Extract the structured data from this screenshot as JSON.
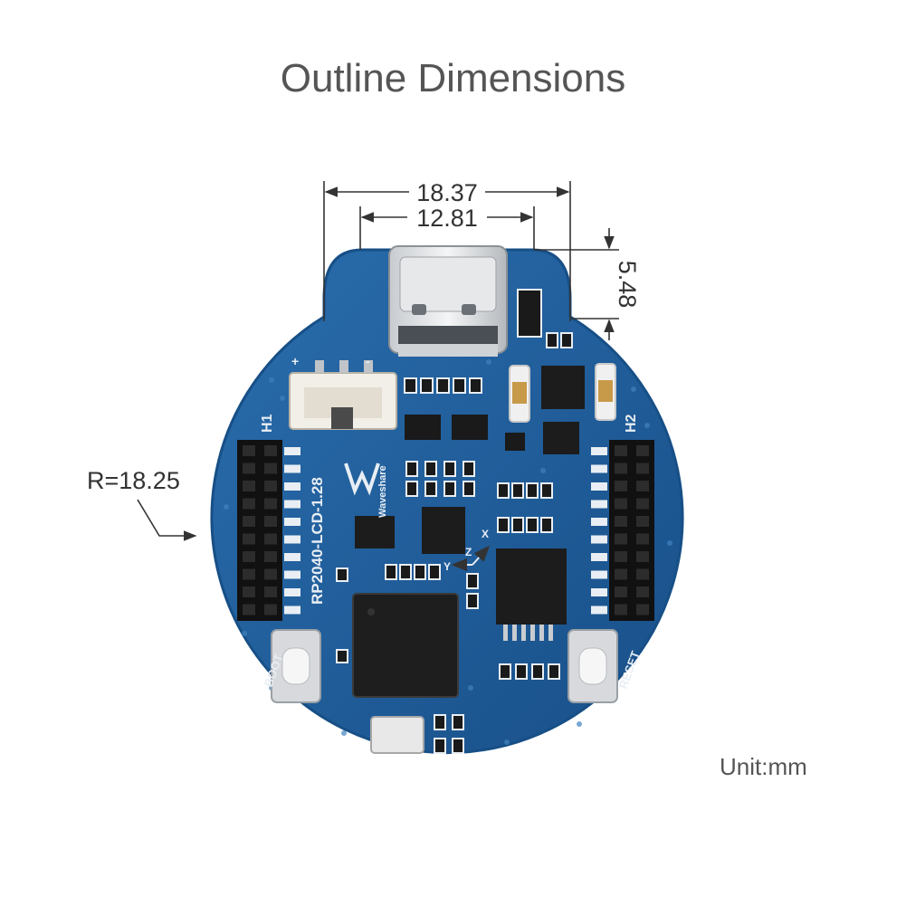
{
  "title": "Outline Dimensions",
  "unit": "Unit:mm",
  "dimensions": {
    "overall_width": "18.37",
    "connector_width": "12.81",
    "connector_height": "5.48",
    "radius": "R=18.25"
  },
  "board": {
    "model": "RP2040-LCD-1.28",
    "brand": "Waveshare",
    "header_left": "H1",
    "header_right": "H2",
    "button_left": "BOOT",
    "button_right": "RESET",
    "battery_plus": "+",
    "battery_minus": "-",
    "axis_x": "X",
    "axis_y": "Y",
    "axis_z": "Z"
  },
  "colors": {
    "pcb": "#1d5f9e",
    "pcb_edge": "#174f86",
    "dimension_line": "#333333",
    "title_text": "#555555"
  }
}
